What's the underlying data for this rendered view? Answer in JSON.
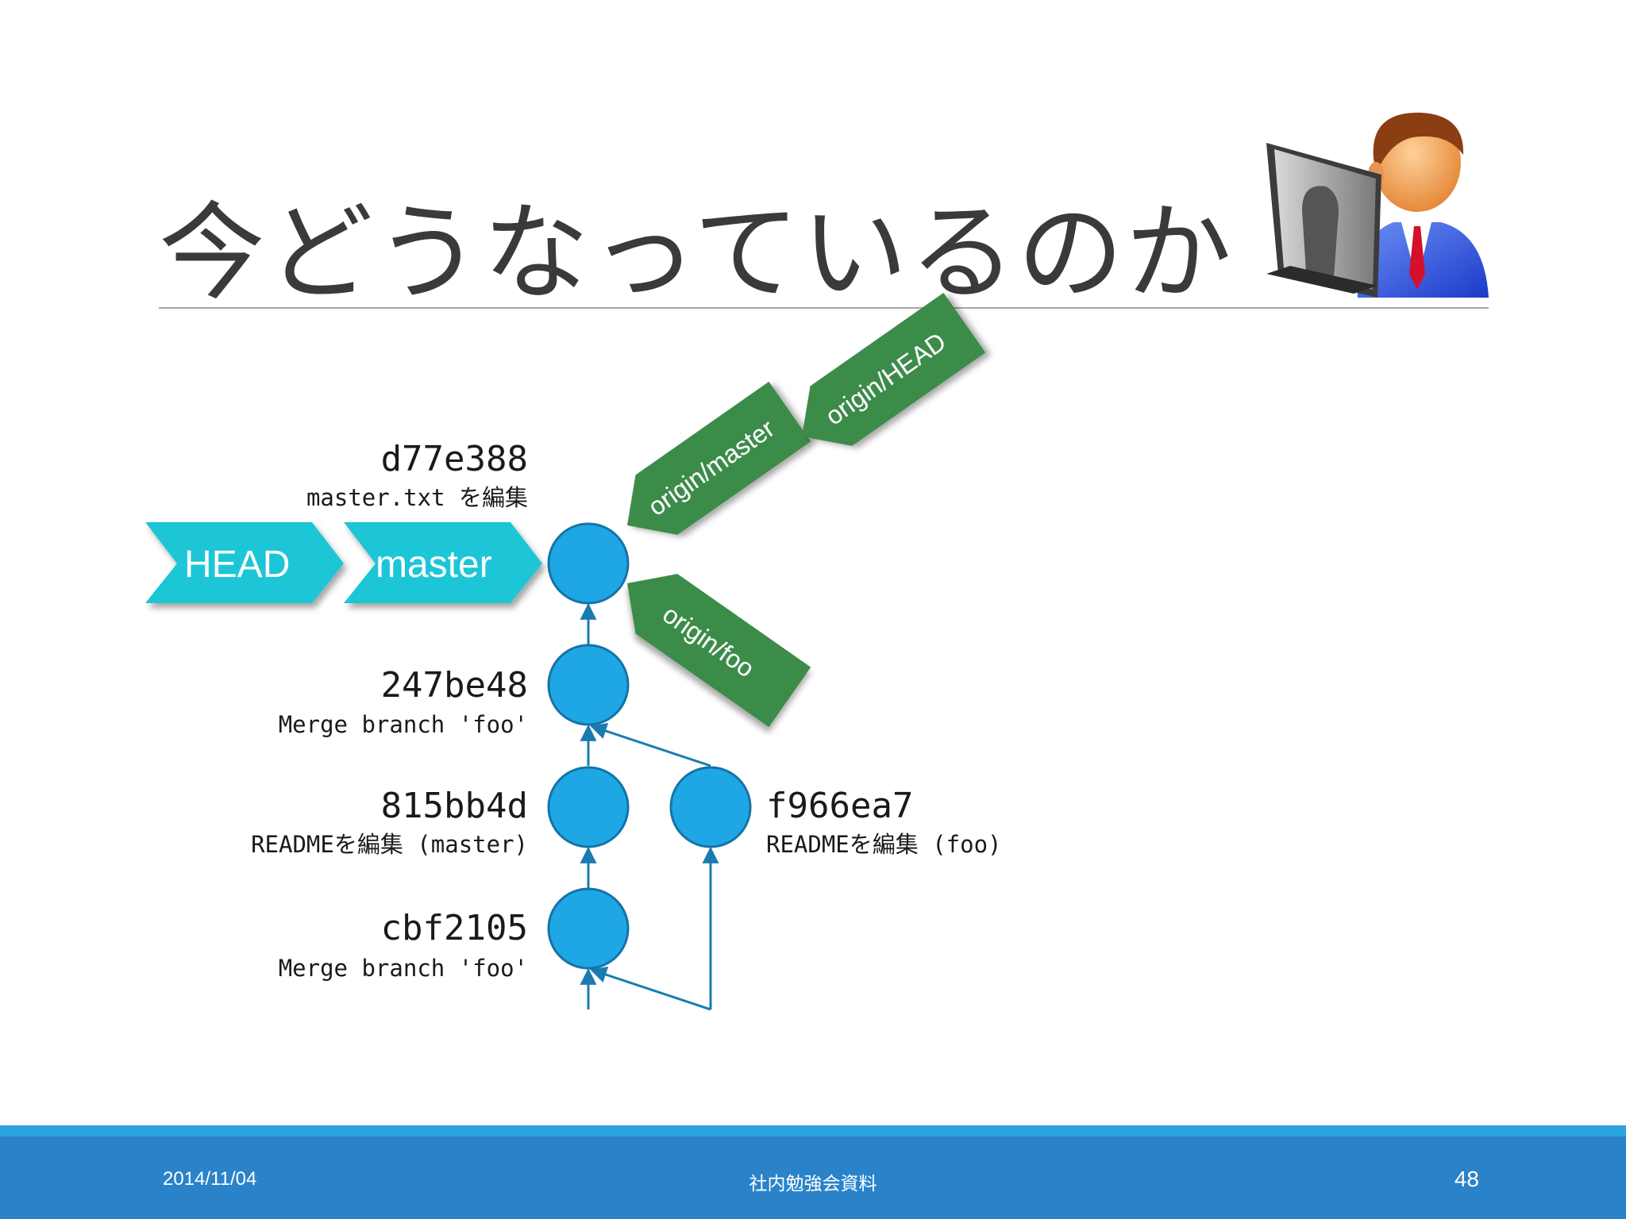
{
  "title": "今どうなっているのか",
  "refs": {
    "head": "HEAD",
    "master": "master",
    "origin_master": "origin/master",
    "origin_head": "origin/HEAD",
    "origin_foo": "origin/foo"
  },
  "commits": [
    {
      "hash": "d77e388",
      "message": "master.txt を編集"
    },
    {
      "hash": "247be48",
      "message": "Merge branch 'foo'"
    },
    {
      "hash": "815bb4d",
      "message": "READMEを編集 (master)"
    },
    {
      "hash": "f966ea7",
      "message": "READMEを編集 (foo)"
    },
    {
      "hash": "cbf2105",
      "message": "Merge branch 'foo'"
    }
  ],
  "colors": {
    "commit_node": "#1ea7e4",
    "local_ref": "#1fc6d6",
    "remote_ref": "#3a8b4a",
    "edge": "#1b7bb0",
    "footer": "#2a83c9"
  },
  "icons": {
    "user": "user-at-computer-icon"
  },
  "footer": {
    "date": "2014/11/04",
    "center": "社内勉強会資料",
    "page": "48"
  }
}
